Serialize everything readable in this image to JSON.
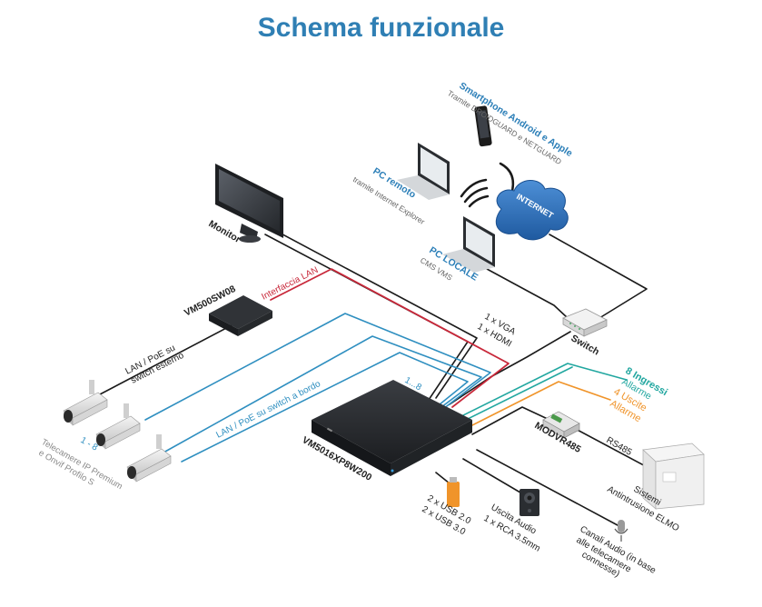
{
  "title": "Schema funzionale",
  "labels": {
    "smartphone": "Smartphone Android e Apple",
    "smartphone_sub": "Tramite DROIDGUARD e NETGUARD",
    "pc_remoto": "PC remoto",
    "pc_remoto_sub": "tramite Internet Explorer",
    "internet": "INTERNET",
    "pc_locale": "PC LOCALE",
    "pc_locale_sub": "CMS VMS",
    "monitor": "Monitor",
    "switch": "Switch",
    "vga": "1 x VGA",
    "hdmi": "1 x HDMI",
    "interfaccia_lan": "Interfaccia LAN",
    "poe_switch": "VM500SW08",
    "lan_poe_ext_1": "LAN / PoE su",
    "lan_poe_ext_2": "switch esterno",
    "lan_poe_bordo": "LAN / PoE su switch a bordo",
    "range_1_8_nvr": "1...8",
    "range_1_8_cam": "1 - 8",
    "cam_sub_1": "Telecamere IP Premium",
    "cam_sub_2": "e Onvif Profilo S",
    "nvr": "VM5016XP8W200",
    "ingressi_1": "8 Ingressi",
    "ingressi_2": "Allarme",
    "uscite_1": "4 Uscite",
    "uscite_2": "Allarme",
    "modvr": "MODVR485",
    "rs485": "RS485",
    "sistemi_1": "Sistemi",
    "sistemi_2": "Antintrusione ELMO",
    "usb_1": "2 x USB 2.0",
    "usb_2": "2 x USB 3.0",
    "audio_out_1": "Uscita Audio",
    "audio_out_2": "1 x RCA 3.5mm",
    "audio_in_1": "Canali Audio (in base",
    "audio_in_2": "alle telecamere",
    "audio_in_3": "connesse)"
  },
  "colors": {
    "title": "#2f7fb4",
    "cable_black": "#1a1a1a",
    "cable_red": "#c8283a",
    "cable_blue": "#2f8fc0",
    "cable_teal": "#22a7a0",
    "cable_orange": "#f0942a",
    "cloud": "#2e6db4"
  },
  "icons": [
    "smartphone-icon",
    "laptop-icon",
    "wifi-icon",
    "cloud-icon",
    "monitor-icon",
    "switch-icon",
    "poe-switch-icon",
    "nvr-icon",
    "ip-camera-icon",
    "usb-stick-icon",
    "speaker-icon",
    "microphone-icon",
    "io-module-icon",
    "alarm-panel-icon"
  ]
}
